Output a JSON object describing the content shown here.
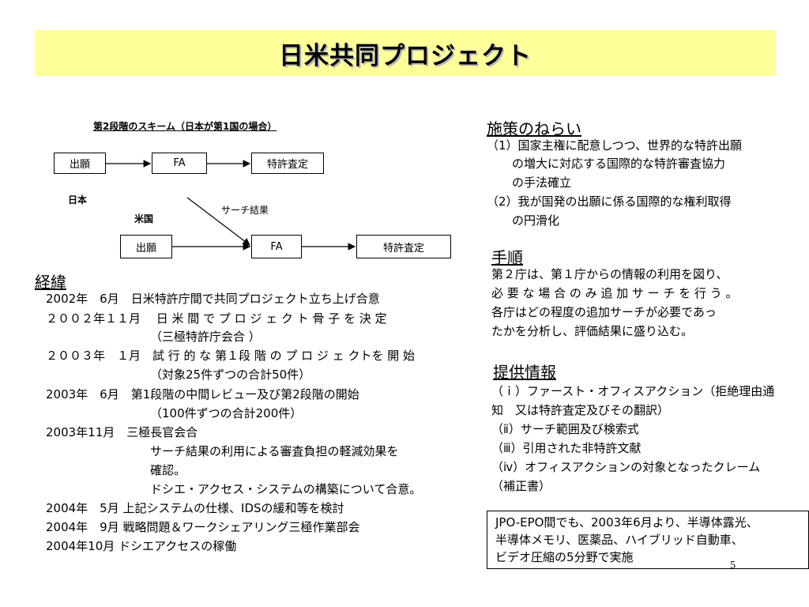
{
  "title": "日米共同プロジェクト",
  "scheme": {
    "title": "第2段階のスキーム（日本が第1国の場合）",
    "japan_label": "日本",
    "us_label": "米国",
    "search_result_label": "サーチ結果",
    "row1": [
      "出願",
      "FA",
      "特許査定"
    ],
    "row2": [
      "出願",
      "FA",
      "特許査定"
    ]
  },
  "history": {
    "heading": "経緯",
    "lines": [
      "2002年　6月　日米特許庁間で共同プロジェクト立ち上げ合意",
      "２００２年１１月　 日 米 間 で プ ロ ジ ェ ク ト 骨 子 を 決 定",
      "（三極特許庁会合 ）",
      "２００３年　１月　試 行 的 な 第１段 階 の プ ロ ジ ェ クトを 開 始",
      "（対象25件ずつの合計50件）",
      "2003年　6月　第1段階の中間レビュー及び第2段階の開始",
      "（100件ずつの合計200件）",
      "2003年11月　三極長官会合",
      "サーチ結果の利用による審査負担の軽減効果を",
      "確認。",
      "ドシエ・アクセス・システムの構築について合意。",
      "2004年　5月 上記システムの仕様、IDSの緩和等を検討",
      "2004年　9月  戦略問題＆ワークシェアリング三極作業部会",
      "2004年10月  ドシエアクセスの稼働"
    ]
  },
  "aims": {
    "heading": "施策のねらい",
    "lines": [
      "（1）国家主権に配意しつつ、世界的な特許出願",
      "の増大に対応する国際的な特許審査協力",
      "の手法確立",
      "（2）我が国発の出願に係る国際的な権利取得",
      "の円滑化"
    ]
  },
  "procedure": {
    "heading": "手順",
    "lines": [
      "第２庁は、第１庁からの情報の利用を図り、",
      "必 要 な 場 合 の み 追 加 サ ー チ を 行 う 。",
      "各庁はどの程度の追加サーチが必要であっ",
      "たかを分析し、評価結果に盛り込む。"
    ]
  },
  "info": {
    "heading": "提供情報",
    "lines": [
      "（ｉ）ファースト・オフィスアクション（拒絶理由通",
      "知　又は特許査定及びその翻訳）",
      "（ⅱ）サーチ範囲及び検索式",
      "（ⅲ）引用された非特許文献",
      "（ⅳ）オフィスアクションの対象となったクレーム",
      "（補正書）"
    ]
  },
  "note": {
    "lines": [
      "JPO-EPO間でも、2003年6月より、半導体露光、",
      "半導体メモリ、医薬品、ハイブリッド自動車、",
      "ビデオ圧縮の5分野で実施"
    ]
  },
  "page_number": "5"
}
